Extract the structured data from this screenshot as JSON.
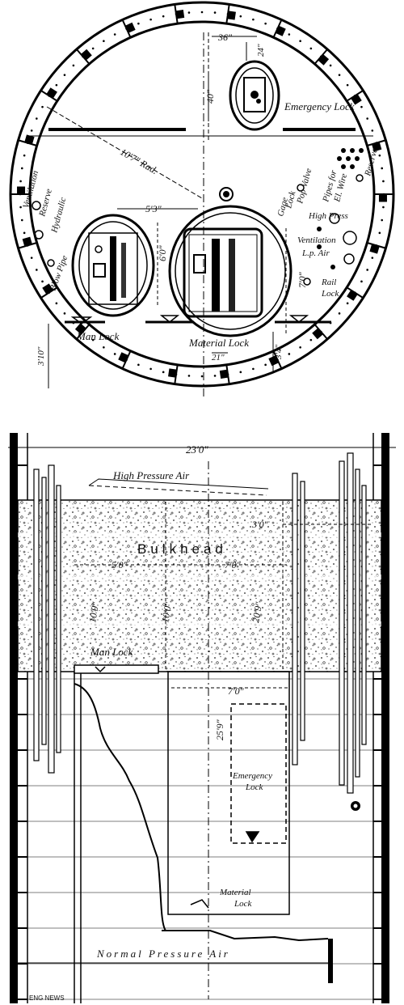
{
  "top_view": {
    "dims": {
      "lock_offset": "36\"",
      "lock_width": "24\"",
      "lock_drop": "40\"",
      "radius": "10'7\" Rad.",
      "spacing": "5'3\"",
      "man_lock_height": "6'0\"",
      "material_lock_height": "7'0\"",
      "material_lock_width": "21\"",
      "bottom_right": "3'4\"",
      "bottom_left": "3'10\""
    },
    "labels": {
      "emergency_lock": "Emergency Lock",
      "ventilation_left": "Ventilation",
      "reserve_left": "Reserve",
      "hydraulic": "Hydraulic",
      "blow_pipe": "Blow Pipe",
      "man_lock": "Man Lock",
      "material_lock": "Material Lock",
      "gage": "Gage",
      "lock": "Lock",
      "pop_valve": "Pop Valve",
      "pipes_for": "Pipes for",
      "el_wire": "El. Wire",
      "reserve_right": "Reserve",
      "high_press": "High Press",
      "ventilation_right": "Ventilation",
      "lp_air": "L.p. Air",
      "rail": "Rail",
      "lock2": "Lock"
    }
  },
  "side_view": {
    "dims": {
      "width": "23'0\"",
      "top_right": "3'0\"",
      "man_lock_offset": "5'0\"",
      "between_locks": "7'0\"",
      "left_height": "10'9\"",
      "mid_height": "10'0\"",
      "right_height": "20'9\"",
      "lower_span": "7'0\"",
      "long_height": "25'9\""
    },
    "labels": {
      "high_pressure_air": "High Pressure Air",
      "bulkhead": "Bulkhead",
      "man_lock": "Man Lock",
      "emergency_lock_1": "Emergency",
      "emergency_lock_2": "Lock",
      "material_lock_1": "Material",
      "material_lock_2": "Lock",
      "normal_pressure_air": "Normal Pressure Air"
    }
  },
  "credit": "ENG NEWS"
}
